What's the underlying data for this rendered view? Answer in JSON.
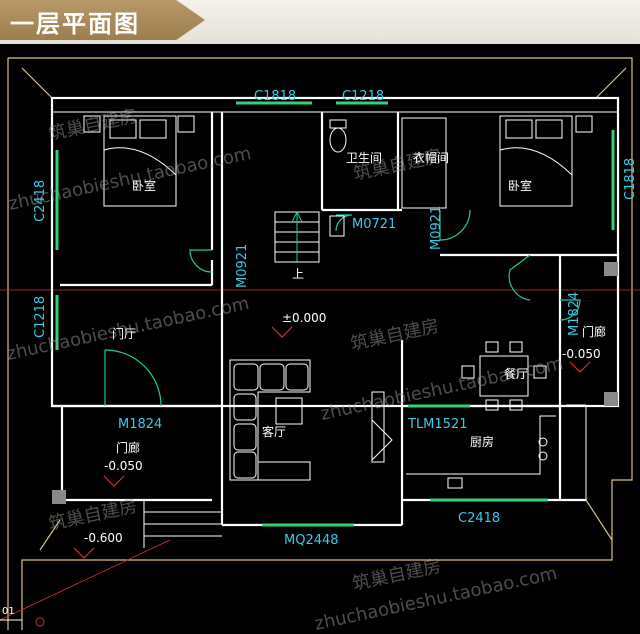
{
  "header": {
    "title": "一层平面图"
  },
  "rooms": {
    "bedroom_left": "卧室",
    "bedroom_right": "卧室",
    "bathroom": "卫生间",
    "closet": "衣帽间",
    "foyer": "门厅",
    "porch_left": "门廊",
    "porch_right": "门廊",
    "living": "客厅",
    "dining": "餐厅",
    "kitchen": "厨房",
    "stair_up": "上"
  },
  "tags": {
    "c1818_top": "C1818",
    "c1218_top": "C1218",
    "c2418_left": "C2418",
    "c1818_right": "C1818",
    "m0721": "M0721",
    "m0921_left": "M0921",
    "m0921_right": "M0921",
    "c1218_left": "C1218",
    "m1824_left": "M1824",
    "m1824_right": "M1824",
    "tlm1521": "TLM1521",
    "c2418_bottom": "C2418",
    "mq2448": "MQ2448"
  },
  "elevations": {
    "main": "±0.000",
    "porch_right": "-0.050",
    "porch_left": "-0.050",
    "ground": "-0.600"
  },
  "axis": {
    "label": "01"
  },
  "watermarks": {
    "cn": "筑巢自建房",
    "url": "zhuchaobieshu.taobao.com"
  },
  "colors": {
    "background": "#000000",
    "wall": "#ffffff",
    "dimension_text": "#3cc8e8",
    "window": "#2ed37a",
    "door_swing": "#22c9a0",
    "roof_outline": "#d8c08a",
    "header_tab": "#a88a5a"
  }
}
